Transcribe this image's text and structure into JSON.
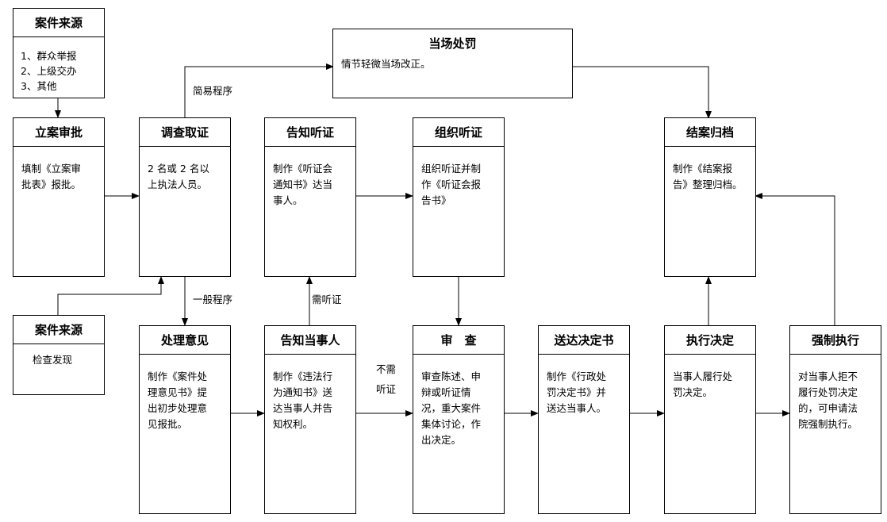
{
  "nodes": {
    "source1": {
      "title": "案件来源",
      "body": [
        "1、群众举报",
        "2、上级交办",
        "3、其他"
      ]
    },
    "lian": {
      "title": "立案审批",
      "body": [
        "填制《立案审",
        "批表》报批。"
      ]
    },
    "diaocha": {
      "title": "调查取证",
      "body": [
        "2 名或 2 名以",
        "上执法人员。"
      ]
    },
    "dangchang": {
      "title": "当场处罚",
      "body": [
        "情节轻微当场改正。"
      ]
    },
    "gaozhi_tz": {
      "title": "告知听证",
      "body": [
        "制作《听证会",
        "通知书》达当",
        "事人。"
      ]
    },
    "zuzhi": {
      "title": "组织听证",
      "body": [
        "组织听证并制",
        "作《听证会报",
        "告书》"
      ]
    },
    "jiean": {
      "title": "结案归档",
      "body": [
        "制作《结案报",
        "告》整理归档。"
      ]
    },
    "source2": {
      "title": "案件来源",
      "body": [
        "检查发现"
      ]
    },
    "chuli": {
      "title": "处理意见",
      "body": [
        "制作《案件处",
        "理意见书》提",
        "出初步处理意",
        "见报批。"
      ]
    },
    "gaozhi_dsr": {
      "title": "告知当事人",
      "body": [
        "制作《违法行",
        "为通知书》送",
        "达当事人并告",
        "知权利。"
      ]
    },
    "shencha": {
      "title": "审　查",
      "body": [
        "审查陈述、申",
        "辩或听证情",
        "况，重大案件",
        "集体讨论，作",
        "出决定。"
      ]
    },
    "songda": {
      "title": "送达决定书",
      "body": [
        "制作《行政处",
        "罚决定书》并",
        "送达当事人。"
      ]
    },
    "zhixing": {
      "title": "执行决定",
      "body": [
        "当事人履行处",
        "罚决定。"
      ]
    },
    "qiangzhi": {
      "title": "强制执行",
      "body": [
        "对当事人拒不",
        "履行处罚决定",
        "的，可申请法",
        "院强制执行。"
      ]
    }
  },
  "labels": {
    "simple": "简易程序",
    "general": "一般程序",
    "need_hearing": "需听证",
    "no_hearing_1": "不需",
    "no_hearing_2": "听证"
  }
}
